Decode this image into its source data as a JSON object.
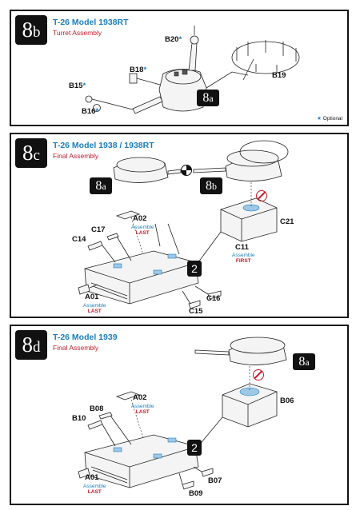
{
  "panels": [
    {
      "step_main": "8",
      "step_sub": "b",
      "title": "T-26 Model 1938RT",
      "subtitle": "Turret Assembly",
      "labels": {
        "b20": "B20",
        "b18": "B18",
        "b15": "B15",
        "b16": "B16",
        "b19": "B19"
      },
      "star": "*",
      "ref_8a": {
        "main": "8",
        "sub": "a"
      },
      "optional_note": "Optional"
    },
    {
      "step_main": "8",
      "step_sub": "c",
      "title": "T-26 Model 1938 / 1938RT",
      "subtitle": "Final Assembly",
      "labels": {
        "c21": "C21",
        "c11": "C11",
        "a02": "A02",
        "c17": "C17",
        "c14": "C14",
        "a01": "A01",
        "c16": "C16",
        "c15": "C15"
      },
      "notes": {
        "assemble": "Assemble",
        "last": "LAST",
        "first": "FIRST"
      },
      "ref_8a": {
        "main": "8",
        "sub": "a"
      },
      "ref_8b": {
        "main": "8",
        "sub": "b"
      },
      "num_2": "2"
    },
    {
      "step_main": "8",
      "step_sub": "d",
      "title": "T-26 Model 1939",
      "subtitle": "Final Assembly",
      "labels": {
        "a02": "A02",
        "b08": "B08",
        "b10": "B10",
        "b06": "B06",
        "a01": "A01",
        "b07": "B07",
        "b09": "B09"
      },
      "notes": {
        "assemble": "Assemble",
        "last": "LAST"
      },
      "ref_8a": {
        "main": "8",
        "sub": "a"
      },
      "num_2": "2"
    }
  ],
  "colors": {
    "title_blue": "#1a7fc0",
    "subtitle_red": "#c21c2a",
    "step_box": "#111111"
  },
  "icons": {
    "no_glue": "prohibited-icon",
    "parts_mix": "mix-icon",
    "optional": "star-icon"
  }
}
